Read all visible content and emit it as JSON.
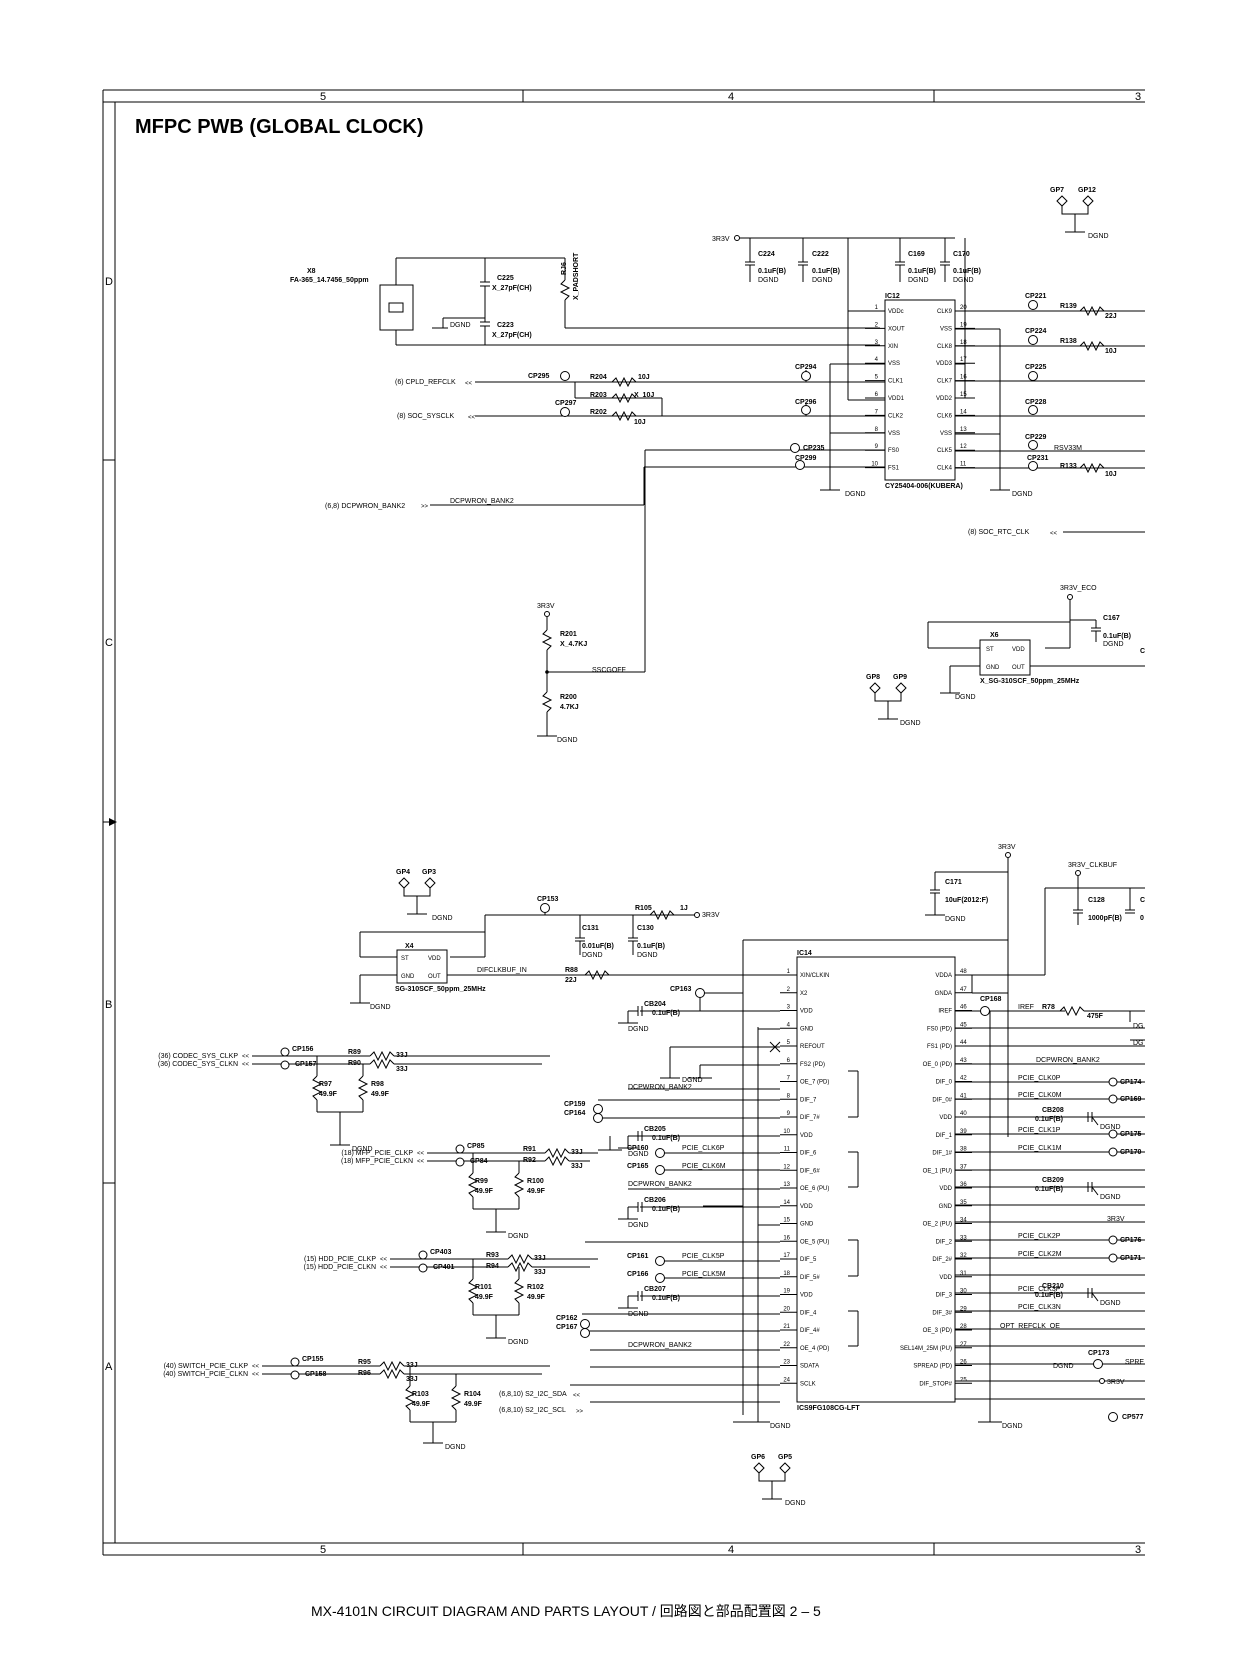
{
  "sheet": {
    "title": "MFPC PWB (GLOBAL CLOCK)",
    "footer": "MX-4101N  CIRCUIT DIAGRAM AND PARTS LAYOUT / 回路図と部品配置図  2 – 5",
    "zones_top": [
      "5",
      "4",
      "3"
    ],
    "zones_bottom": [
      "5",
      "4",
      "3"
    ],
    "zones_left": [
      "D",
      "C",
      "B",
      "A"
    ]
  },
  "top": {
    "x8": {
      "ref": "X8",
      "part": "FA-365_14.7456_50ppm"
    },
    "c225": {
      "ref": "C225",
      "val": "X_27pF(CH)"
    },
    "c223": {
      "ref": "C223",
      "val": "X_27pF(CH)"
    },
    "rj6": {
      "ref": "RJ6",
      "val": "X_PADSHORT"
    },
    "rail": "3R3V",
    "caps": [
      {
        "ref": "C224",
        "val": "0.1uF(B)"
      },
      {
        "ref": "C222",
        "val": "0.1uF(B)"
      },
      {
        "ref": "C169",
        "val": "0.1uF(B)"
      },
      {
        "ref": "C170",
        "val": "0.1uF(B)"
      }
    ],
    "gnd": "DGND",
    "gp_top": [
      "GP7",
      "GP12"
    ],
    "ic12": {
      "ref": "IC12",
      "part": "CY25404-006(KUBERA)",
      "left_pins": [
        {
          "n": "1",
          "name": "VDDc"
        },
        {
          "n": "2",
          "name": "XOUT"
        },
        {
          "n": "3",
          "name": "XIN"
        },
        {
          "n": "4",
          "name": "VSS"
        },
        {
          "n": "5",
          "name": "CLK1"
        },
        {
          "n": "6",
          "name": "VDD1"
        },
        {
          "n": "7",
          "name": "CLK2"
        },
        {
          "n": "8",
          "name": "VSS"
        },
        {
          "n": "9",
          "name": "FS0"
        },
        {
          "n": "10",
          "name": "FS1"
        }
      ],
      "right_pins": [
        {
          "n": "20",
          "name": "CLK9"
        },
        {
          "n": "19",
          "name": "VSS"
        },
        {
          "n": "18",
          "name": "CLK8"
        },
        {
          "n": "17",
          "name": "VDD3"
        },
        {
          "n": "16",
          "name": "CLK7"
        },
        {
          "n": "15",
          "name": "VDD2"
        },
        {
          "n": "14",
          "name": "CLK6"
        },
        {
          "n": "13",
          "name": "VSS"
        },
        {
          "n": "12",
          "name": "CLK5"
        },
        {
          "n": "11",
          "name": "CLK4"
        }
      ]
    },
    "nets": {
      "cpld_refclk": "(6)  CPLD_REFCLK",
      "soc_sysclk": "(8)  SOC_SYSCLK",
      "dcpwron_port": "(6,8)  DCPWRON_BANK2",
      "dcpwron": "DCPWRON_BANK2",
      "soc_rtc": "(8)  SOC_RTC_CLK",
      "rsv33m": "RSV33M"
    },
    "testpoints": [
      "CP295",
      "CP297",
      "CP294",
      "CP296",
      "CP235",
      "CP299",
      "CP221",
      "CP224",
      "CP225",
      "CP228",
      "CP229",
      "CP231"
    ],
    "resistors": [
      {
        "ref": "R204",
        "val": "10J"
      },
      {
        "ref": "R203",
        "val": "X_10J"
      },
      {
        "ref": "R202",
        "val": "10J"
      },
      {
        "ref": "R139",
        "val": "22J"
      },
      {
        "ref": "R138",
        "val": "10J"
      },
      {
        "ref": "R133",
        "val": "10J"
      }
    ]
  },
  "middle": {
    "rail": "3R3V",
    "r201": {
      "ref": "R201",
      "val": "X_4.7KJ"
    },
    "r200": {
      "ref": "R200",
      "val": "4.7KJ"
    },
    "sscgoff": "SSCGOFF",
    "rail_eco": "3R3V_ECO",
    "c167": {
      "ref": "C167",
      "val": "0.1uF(B)"
    },
    "x6": {
      "ref": "X6",
      "part": "X_SG-310SCF_50ppm_25MHz",
      "pins": [
        "ST",
        "VDD",
        "GND",
        "OUT"
      ]
    },
    "gp_mid": [
      "GP8",
      "GP9"
    ],
    "c_cut": "C"
  },
  "bottom": {
    "gp_left": [
      "GP4",
      "GP3"
    ],
    "cp153": "CP153",
    "r105": {
      "ref": "R105",
      "val": "1J"
    },
    "c131": {
      "ref": "C131",
      "val": "0.01uF(B)"
    },
    "c130": {
      "ref": "C130",
      "val": "0.1uF(B)"
    },
    "x4": {
      "ref": "X4",
      "part": "SG-310SCF_50ppm_25MHz",
      "pins": [
        "ST",
        "VDD",
        "GND",
        "OUT"
      ]
    },
    "difclkbuf": "DIFCLKBUF_IN",
    "r88": {
      "ref": "R88",
      "val": "22J"
    },
    "rail_clkbuf": "3R3V_CLKBUF",
    "c171": {
      "ref": "C171",
      "val": "10uF(2012:F)"
    },
    "c128": {
      "ref": "C128",
      "val": "1000pF(B)"
    },
    "c_cut2": "C",
    "c_cut3": "0",
    "ic14": {
      "ref": "IC14",
      "part": "ICS9FG108CG-LFT",
      "left_pins": [
        {
          "n": "1",
          "name": "XIN/CLKIN"
        },
        {
          "n": "2",
          "name": "X2"
        },
        {
          "n": "3",
          "name": "VDD"
        },
        {
          "n": "4",
          "name": "GND"
        },
        {
          "n": "5",
          "name": "REFOUT"
        },
        {
          "n": "6",
          "name": "FS2 (PD)"
        },
        {
          "n": "7",
          "name": "OE_7 (PD)"
        },
        {
          "n": "8",
          "name": "DIF_7"
        },
        {
          "n": "9",
          "name": "DIF_7#"
        },
        {
          "n": "10",
          "name": "VDD"
        },
        {
          "n": "11",
          "name": "DIF_6"
        },
        {
          "n": "12",
          "name": "DIF_6#"
        },
        {
          "n": "13",
          "name": "OE_6 (PU)"
        },
        {
          "n": "14",
          "name": "VDD"
        },
        {
          "n": "15",
          "name": "GND"
        },
        {
          "n": "16",
          "name": "OE_5 (PU)"
        },
        {
          "n": "17",
          "name": "DIF_5"
        },
        {
          "n": "18",
          "name": "DIF_5#"
        },
        {
          "n": "19",
          "name": "VDD"
        },
        {
          "n": "20",
          "name": "DIF_4"
        },
        {
          "n": "21",
          "name": "DIF_4#"
        },
        {
          "n": "22",
          "name": "OE_4 (PD)"
        },
        {
          "n": "23",
          "name": "SDATA"
        },
        {
          "n": "24",
          "name": "SCLK"
        }
      ],
      "right_pins": [
        {
          "n": "48",
          "name": "VDDA"
        },
        {
          "n": "47",
          "name": "GNDA"
        },
        {
          "n": "46",
          "name": "IREF"
        },
        {
          "n": "45",
          "name": "FS0 (PD)"
        },
        {
          "n": "44",
          "name": "FS1 (PD)"
        },
        {
          "n": "43",
          "name": "OE_0 (PD)"
        },
        {
          "n": "42",
          "name": "DIF_0"
        },
        {
          "n": "41",
          "name": "DIF_0#"
        },
        {
          "n": "40",
          "name": "VDD"
        },
        {
          "n": "39",
          "name": "DIF_1"
        },
        {
          "n": "38",
          "name": "DIF_1#"
        },
        {
          "n": "37",
          "name": "OE_1 (PU)"
        },
        {
          "n": "36",
          "name": "VDD"
        },
        {
          "n": "35",
          "name": "GND"
        },
        {
          "n": "34",
          "name": "OE_2 (PU)"
        },
        {
          "n": "33",
          "name": "DIF_2"
        },
        {
          "n": "32",
          "name": "DIF_2#"
        },
        {
          "n": "31",
          "name": "VDD"
        },
        {
          "n": "30",
          "name": "DIF_3"
        },
        {
          "n": "29",
          "name": "DIF_3#"
        },
        {
          "n": "28",
          "name": "OE_3 (PD)"
        },
        {
          "n": "27",
          "name": "SEL14M_25M (PU)"
        },
        {
          "n": "26",
          "name": "SPREAD (PD)"
        },
        {
          "n": "25",
          "name": "DIF_STOP#"
        }
      ]
    },
    "ports": {
      "codec_clkp": "(36)  CODEC_SYS_CLKP",
      "codec_clkn": "(36)  CODEC_SYS_CLKN",
      "mfp_clkp": "(18)  MFP_PCIE_CLKP",
      "mfp_clkn": "(18)  MFP_PCIE_CLKN",
      "hdd_clkp": "(15)  HDD_PCIE_CLKP",
      "hdd_clkn": "(15)  HDD_PCIE_CLKN",
      "sw_clkp": "(40)  SWITCH_PCIE_CLKP",
      "sw_clkn": "(40)  SWITCH_PCIE_CLKN",
      "i2c_sda": "(6,8,10)  S2_I2C_SDA",
      "i2c_scl": "(6,8,10)  S2_I2C_SCL"
    },
    "left_parts": [
      {
        "ref": "R89",
        "val": "33J"
      },
      {
        "ref": "R90",
        "val": "33J"
      },
      {
        "ref": "R97",
        "val": "49.9F"
      },
      {
        "ref": "R98",
        "val": "49.9F"
      },
      {
        "ref": "R91",
        "val": "33J"
      },
      {
        "ref": "R92",
        "val": "33J"
      },
      {
        "ref": "R99",
        "val": "49.9F"
      },
      {
        "ref": "R100",
        "val": "49.9F"
      },
      {
        "ref": "R93",
        "val": "33J"
      },
      {
        "ref": "R94",
        "val": "33J"
      },
      {
        "ref": "R101",
        "val": "49.9F"
      },
      {
        "ref": "R102",
        "val": "49.9F"
      },
      {
        "ref": "R95",
        "val": "33J"
      },
      {
        "ref": "R96",
        "val": "33J"
      },
      {
        "ref": "R103",
        "val": "49.9F"
      },
      {
        "ref": "R104",
        "val": "49.9F"
      }
    ],
    "cps": {
      "cp156": "CP156",
      "cp157": "CP157",
      "cp85": "CP85",
      "cp84": "CP84",
      "cp403": "CP403",
      "cp401": "CP401",
      "cp155": "CP155",
      "cp158": "CP158",
      "cp163": "CP163",
      "cp159": "CP159",
      "cp164": "CP164",
      "cp160": "CP160",
      "cp165": "CP165",
      "cp161": "CP161",
      "cp166": "CP166",
      "cp162": "CP162",
      "cp167": "CP167",
      "cp168": "CP168",
      "cp173": "CP173",
      "cp577": "CP577"
    },
    "decaps": [
      {
        "ref": "CB204",
        "val": "0.1uF(B)"
      },
      {
        "ref": "CB205",
        "val": "0.1uF(B)"
      },
      {
        "ref": "CB206",
        "val": "0.1uF(B)"
      },
      {
        "ref": "CB207",
        "val": "0.1uF(B)"
      },
      {
        "ref": "CB208",
        "val": "0.1uF(B)"
      },
      {
        "ref": "CB209",
        "val": "0.1uF(B)"
      },
      {
        "ref": "CB210",
        "val": "0.1uF(B)"
      }
    ],
    "mid_nets": {
      "pcie_clk6p": "PCIE_CLK6P",
      "pcie_clk6m": "PCIE_CLK6M",
      "pcie_clk5p": "PCIE_CLK5P",
      "pcie_clk5m": "PCIE_CLK5M",
      "dcpwron": "DCPWRON_BANK2"
    },
    "right_nets": [
      {
        "net": "PCIE_CLK0P",
        "cp": "CP174"
      },
      {
        "net": "PCIE_CLK0M",
        "cp": "CP169"
      },
      {
        "net": "PCIE_CLK1P",
        "cp": "CP175"
      },
      {
        "net": "PCIE_CLK1M",
        "cp": "CP170"
      },
      {
        "net": "PCIE_CLK2P",
        "cp": "CP176"
      },
      {
        "net": "PCIE_CLK2M",
        "cp": "CP171"
      },
      {
        "net": "PCIE_CLK3P",
        "cp": ""
      },
      {
        "net": "PCIE_CLK3N",
        "cp": ""
      }
    ],
    "iref": {
      "net": "IREF",
      "ref": "R78",
      "val": "475F"
    },
    "opt_refclk": "OPT_REFCLK_OE",
    "spre": "SPRE",
    "rail": "3R3V",
    "gp_bottom": [
      "GP6",
      "GP5"
    ],
    "dgn_cut": "DG"
  }
}
